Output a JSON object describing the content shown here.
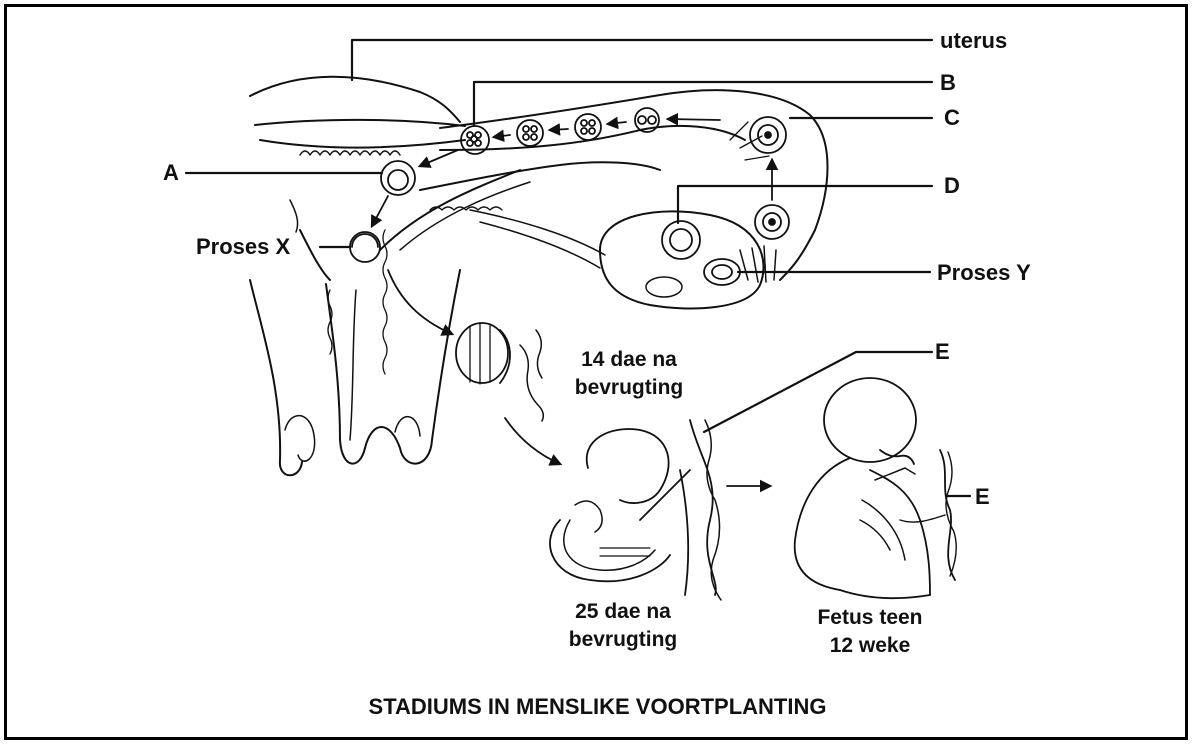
{
  "labels": {
    "uterus": "uterus",
    "b": "B",
    "c": "C",
    "a": "A",
    "d": "D",
    "proses_x": "Proses X",
    "proses_y": "Proses Y",
    "e_top": "E",
    "e_right": "E",
    "day14_line1": "14 dae na",
    "day14_line2": "bevrugting",
    "day25_line1": "25 dae na",
    "day25_line2": "bevrugting",
    "fetus_line1": "Fetus teen",
    "fetus_line2": "12 weke"
  },
  "caption": "STADIUMS IN MENSLIKE VOORTPLANTING"
}
